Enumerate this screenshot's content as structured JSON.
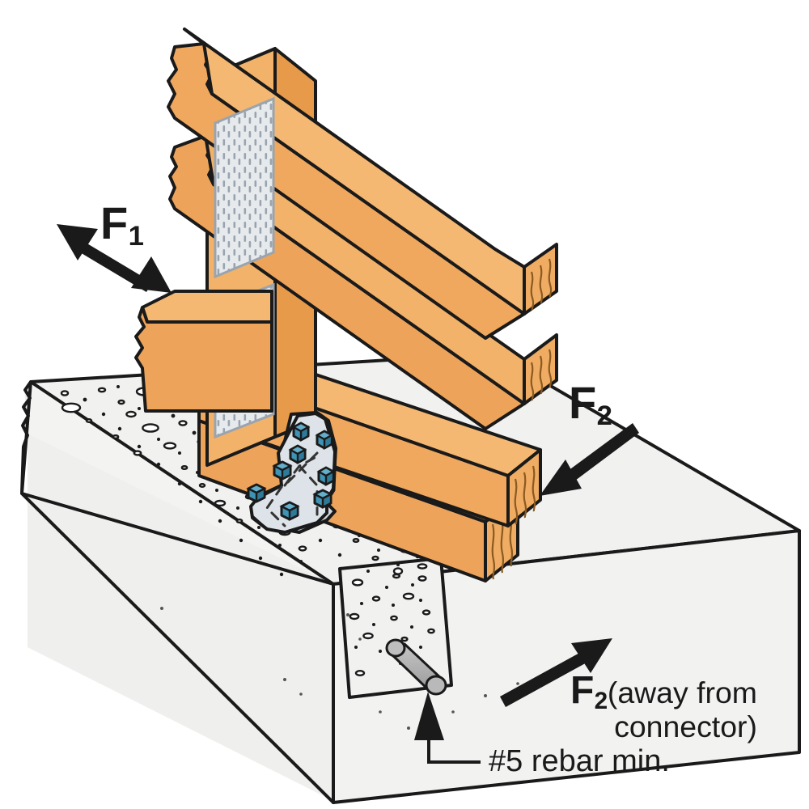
{
  "figure": {
    "title": "Truss-to-concrete connector load direction diagram",
    "background_color": "#ffffff",
    "line_color": "#1a1a1a"
  },
  "labels": {
    "f1": {
      "symbol": "F",
      "subscript": "1"
    },
    "f2_upper": {
      "symbol": "F",
      "subscript": "2"
    },
    "f2_lower": {
      "symbol": "F",
      "subscript": "2",
      "note_line1": "(away from",
      "note_line2": "connector)"
    },
    "rebar": {
      "text": "#5 rebar min."
    }
  },
  "colors": {
    "wood_face_light": "#F2B26A",
    "wood_face_mid": "#EFA85E",
    "wood_face_dark": "#E79A4D",
    "wood_endgrain": "#EFAA60",
    "grain_line": "#8a5a22",
    "concrete_top": "#F0F0EF",
    "concrete_side": "#EDEDEC",
    "concrete_front": "#F3F3F2",
    "aggregate": "#FFFFFF",
    "metal_plate": "#DCE1E6",
    "metal_plate_dark": "#C8CFD6",
    "nail_plate": "#E3E7EA",
    "nail_tick": "#9AA4AE",
    "bolt_teal": "#3F93B5",
    "bolt_teal_dark": "#2E7A99",
    "bolt_teal_light": "#62AECB",
    "rebar_gray": "#B3B3B3",
    "rebar_gray_dark": "#9A9A9A",
    "outline": "#1a1a1a"
  },
  "components": {
    "top_chord": "sloped truss top chord (double member)",
    "bottom_chord": "sloped truss bottom chord (double member)",
    "vertical_web": "vertical truss web member",
    "ledger": "horizontal wood ledger at left",
    "nail_plates": 2,
    "connector": "L-shaped steel angle connector",
    "bolt_count_vertical_flange": 4,
    "bolt_count_base_flange": 4,
    "foundation": "concrete foundation wall with cut-away",
    "rebar": "#5 reinforcing bar"
  }
}
